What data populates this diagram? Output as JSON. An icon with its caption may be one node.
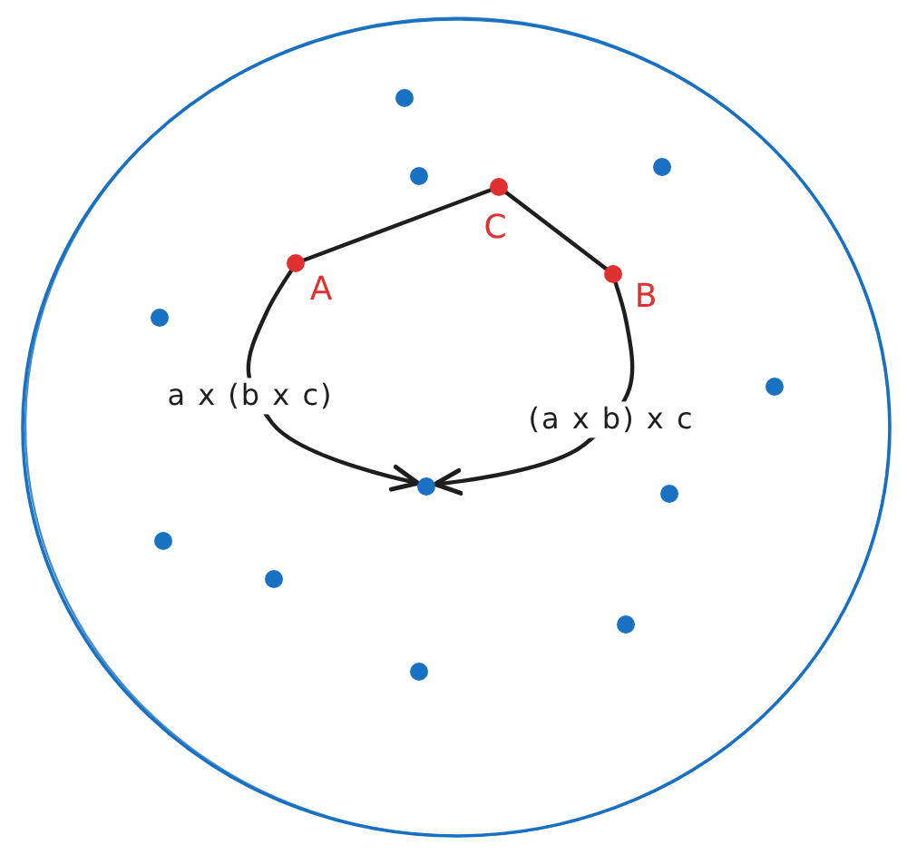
{
  "diagram": {
    "nodes": [
      {
        "text": [],
        "shape": "circle"
      },
      {
        "text": [],
        "shape": "circle",
        "in": 0
      },
      {
        "text": [],
        "shape": "circle",
        "in": 0
      },
      {
        "text": [],
        "shape": "circle",
        "in": 0
      },
      {
        "text": [],
        "shape": "circle",
        "in": 0,
        "beside": [
          "C"
        ]
      },
      {
        "text": [],
        "shape": "circle",
        "in": 0,
        "beside": [
          "A"
        ]
      },
      {
        "text": [],
        "shape": "circle",
        "in": 0,
        "beside": [
          "B"
        ]
      },
      {
        "text": [],
        "shape": "circle",
        "in": 0
      },
      {
        "text": [],
        "shape": "circle",
        "in": 0
      },
      {
        "text": [],
        "shape": "circle",
        "in": 0
      },
      {
        "text": [],
        "shape": "circle",
        "in": 0
      },
      {
        "text": [],
        "shape": "circle",
        "in": 0
      },
      {
        "text": [],
        "shape": "circle",
        "in": 0
      },
      {
        "text": [],
        "shape": "circle",
        "in": 0
      },
      {
        "text": [],
        "shape": "circle",
        "in": 0
      }
    ],
    "edges": [
      {
        "from": 5,
        "to": 4,
        "arrow": "none"
      },
      {
        "from": 4,
        "to": 6,
        "arrow": "none"
      },
      {
        "from": 5,
        "to": 9,
        "arrow": "to",
        "label": "a x (b x c)"
      },
      {
        "from": 6,
        "to": 9,
        "arrow": "to",
        "label": "(a x b) x c"
      }
    ]
  }
}
